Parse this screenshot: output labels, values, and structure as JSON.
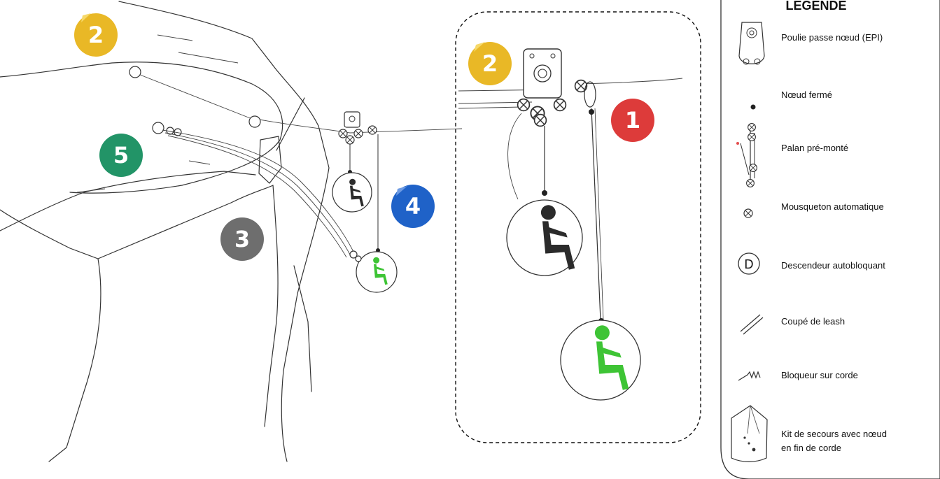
{
  "legend": {
    "title": "LEGENDE",
    "items": [
      {
        "icon": "pulley-icon",
        "label": "Poulie passe nœud (EPI)"
      },
      {
        "icon": "closed-knot-icon",
        "label": "Nœud fermé"
      },
      {
        "icon": "pre-mounted-hoist-icon",
        "label": "Palan pré-monté"
      },
      {
        "icon": "auto-carabiner-icon",
        "label": "Mousqueton automatique"
      },
      {
        "icon": "self-locking-descender-icon",
        "label": "Descendeur autobloquant"
      },
      {
        "icon": "leash-cut-icon",
        "label": "Coupé de leash"
      },
      {
        "icon": "rope-blocker-icon",
        "label": "Bloqueur sur corde"
      },
      {
        "icon": "rescue-kit-icon",
        "label": "Kit de secours avec nœud",
        "label2": "en fin de corde"
      }
    ]
  },
  "badges": [
    {
      "id": "b2a",
      "text": "2",
      "color": "#E9B826"
    },
    {
      "id": "b5",
      "text": "5",
      "color": "#229467"
    },
    {
      "id": "b3",
      "text": "3",
      "color": "#6E6E6E"
    },
    {
      "id": "b4",
      "text": "4",
      "color": "#1F62C8"
    },
    {
      "id": "b2b",
      "text": "2",
      "color": "#E9B826"
    },
    {
      "id": "b1",
      "text": "1",
      "color": "#DD3B3A"
    }
  ],
  "colors": {
    "victim_dark": "#2b2b2b",
    "victim_green": "#3EC435"
  }
}
